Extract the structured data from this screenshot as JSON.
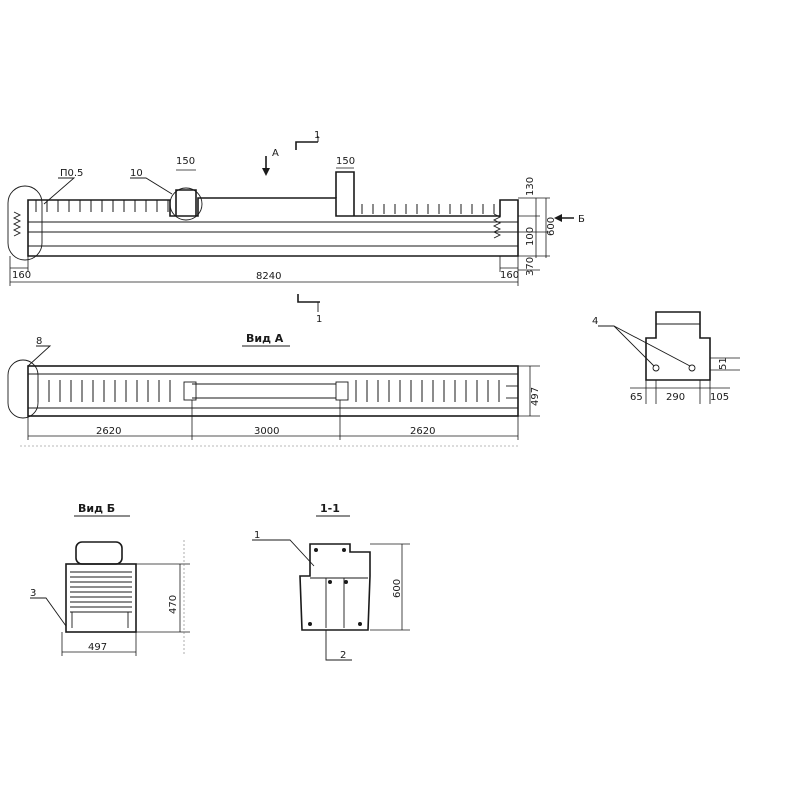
{
  "views": {
    "elevation": {
      "section_mark": "1",
      "view_a_arrow": "А",
      "view_b_arrow": "Б",
      "leader_p": "П0.5",
      "leader_10": "10",
      "dim_150_left": "150",
      "dim_150_right": "150",
      "dim_130": "130",
      "dim_600": "600",
      "dim_100": "100",
      "dim_370": "370",
      "dim_160_left": "160",
      "dim_160_right": "160",
      "dim_total": "8240"
    },
    "view_a": {
      "title": "Вид А",
      "leader_8": "8",
      "dim_width": "497",
      "dim_seg1": "2620",
      "dim_seg2": "3000",
      "dim_seg3": "2620"
    },
    "detail": {
      "leader_4": "4",
      "dim_51": "51",
      "dim_65": "65",
      "dim_290": "290",
      "dim_105": "105"
    },
    "view_b": {
      "title": "Вид Б",
      "leader_3": "3",
      "dim_height": "470",
      "dim_width": "497"
    },
    "section_1_1": {
      "title": "1-1",
      "leader_1": "1",
      "leader_2": "2",
      "dim_height": "600"
    }
  }
}
